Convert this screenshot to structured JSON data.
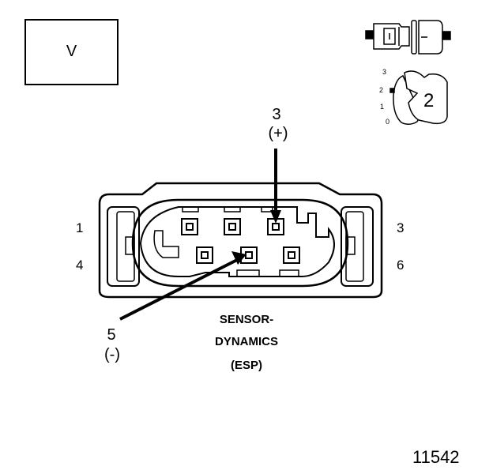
{
  "meter": {
    "label": "V"
  },
  "switch": {
    "positions": [
      "3",
      "2",
      "1",
      "0"
    ],
    "selected": "2"
  },
  "probes": {
    "positive": {
      "pin": "3",
      "polarity": "(+)"
    },
    "negative": {
      "pin": "5",
      "polarity": "(-)"
    }
  },
  "connector": {
    "pins_left": [
      "1",
      "4"
    ],
    "pins_right": [
      "3",
      "6"
    ],
    "caption": [
      "SENSOR-",
      "DYNAMICS",
      "(ESP)"
    ]
  },
  "figure_number": "11542"
}
